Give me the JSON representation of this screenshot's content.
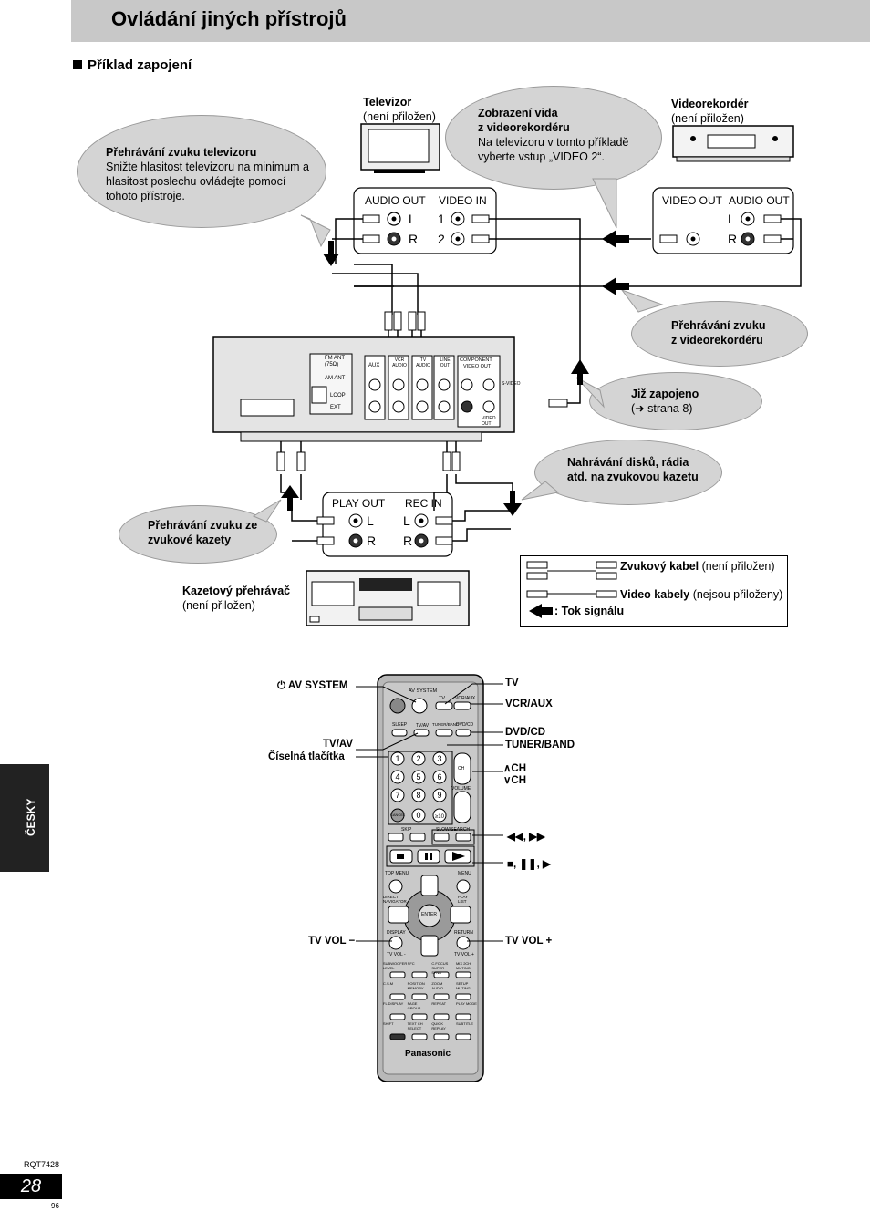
{
  "header": {
    "title": "Ovládání jiných přístrojů"
  },
  "section": {
    "title": "Příklad zapojení"
  },
  "devices": {
    "tv": {
      "title": "Televizor",
      "note": "(není přiložen)"
    },
    "vcr": {
      "title": "Videorekordér",
      "note": "(není přiložen)"
    },
    "cassette": {
      "title": "Kazetový přehrávač",
      "note": "(není přiložen)"
    }
  },
  "bubbles": {
    "tv_audio": {
      "title": "Přehrávání zvuku televizoru",
      "text": "Snižte hlasitost televizoru na minimum a hlasitost poslechu ovládejte pomocí tohoto přístroje."
    },
    "vcr_video": {
      "title1": "Zobrazení vida",
      "title2": "z videorekordéru",
      "text": "Na televizoru v tomto příkladě vyberte vstup „VIDEO 2“."
    },
    "vcr_audio": {
      "line1": "Přehrávání zvuku",
      "line2": "z videorekordéru"
    },
    "connected": {
      "line1": "Již zapojeno",
      "line2": "(➜ strana 8)"
    },
    "recording": {
      "line1": "Nahrávání disků, rádia",
      "line2": "atd. na zvukovou kazetu"
    },
    "cassette_play": {
      "line1": "Přehrávání zvuku ze",
      "line2": "zvukové kazety"
    }
  },
  "panels": {
    "tv": {
      "audio_out": "AUDIO OUT",
      "video_in": "VIDEO IN",
      "l": "L",
      "r": "R",
      "in1": "1",
      "in2": "2"
    },
    "vcr": {
      "video_out": "VIDEO OUT",
      "audio_out": "AUDIO OUT",
      "l": "L",
      "r": "R"
    },
    "cassette": {
      "play_out": "PLAY OUT",
      "rec_in": "REC IN",
      "l": "L",
      "r": "R"
    }
  },
  "unit_labels": {
    "fm_ant": "FM ANT",
    "fm_ohm": "(75Ω)",
    "am_ant": "AM ANT",
    "loop": "LOOP",
    "ext": "EXT",
    "aux": "AUX",
    "vcr_audio": "VCR AUDIO",
    "tv_audio": "TV AUDIO",
    "line_out": "LINE OUT",
    "component": "COMPONENT",
    "component2": "VIDEO OUT",
    "s_video": "S-VIDEO",
    "video_out": "VIDEO OUT"
  },
  "legend": {
    "audio_cable_bold": "Zvukový kabel",
    "audio_cable_note": "(není přiložen)",
    "video_cable_bold": "Video kabely",
    "video_cable_note": "(nejsou přiloženy)",
    "signal_flow": ": Tok signálu"
  },
  "remote_labels": {
    "av_system": "AV SYSTEM",
    "tv_av": "TV/AV",
    "numeric": "Číselná tlačítka",
    "tv_vol_minus": "TV VOL −",
    "tv": "TV",
    "vcr_aux": "VCR/AUX",
    "dvd_cd": "DVD/CD",
    "tuner_band": "TUNER/BAND",
    "ch_up": "∧CH",
    "ch_down": "∨CH",
    "skip": "◀◀, ▶▶",
    "play_controls": "■, ❚❚, ▶",
    "tv_vol_plus": "TV VOL +"
  },
  "remote": {
    "brand": "Panasonic",
    "av_system": "AV SYSTEM",
    "tv": "TV",
    "vcr_aux": "VCR/AUX",
    "sleep": "SLEEP",
    "tv_av": "TV/AV",
    "tuner_band": "TUNER/BAND",
    "dvd_cd": "DVD/CD",
    "ch": "CH",
    "volume": "VOLUME",
    "cancel": "CANCEL",
    "digits": [
      "1",
      "2",
      "3",
      "4",
      "5",
      "6",
      "7",
      "8",
      "9",
      "0",
      "≥10"
    ],
    "skip": "SKIP",
    "slow_search": "SLOW/SEARCH",
    "top_menu": "TOP MENU",
    "menu": "MENU",
    "direct_navigator": "DIRECT NAVIGATOR",
    "play_list": "PLAY LIST",
    "enter": "ENTER",
    "display": "DISPLAY",
    "return": "RETURN",
    "tv_vol_minus": "TV VOL -",
    "tv_vol_plus": "TV VOL +",
    "rows": [
      [
        "SUBWOOFER LEVEL",
        "SFC",
        "C.FOCUS SUPER SFND",
        "MIX 2CH MUTING"
      ],
      [
        "C.S.M",
        "POSITION MEMORY",
        "ZOOM AUDIO",
        "SETUP MUTING"
      ],
      [
        "FL DISPLAY",
        "PAGE GROUP",
        "REPEAT",
        "PLAY MODE"
      ],
      [
        "SHIFT",
        "TEXT CH SELECT",
        "QUICK REPLAY",
        "SUBTITLE"
      ]
    ]
  },
  "footer": {
    "model": "RQT7428",
    "page": "28",
    "sub_page": "96",
    "language": "ČESKY"
  }
}
